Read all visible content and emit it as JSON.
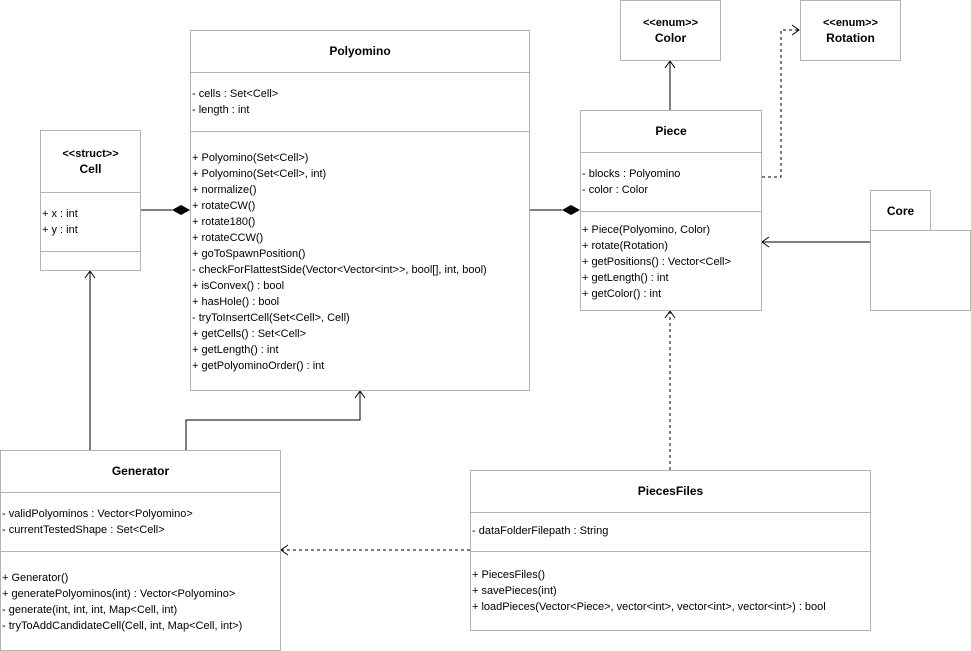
{
  "classes": {
    "polyomino": {
      "name": "Polyomino",
      "attributes": [
        "- cells : Set<Cell>",
        "- length : int"
      ],
      "methods": [
        "+ Polyomino(Set<Cell>)",
        "+ Polyomino(Set<Cell>, int)",
        "+ normalize()",
        "+ rotateCW()",
        "+ rotate180()",
        "+ rotateCCW()",
        "+ goToSpawnPosition()",
        "- checkForFlattestSide(Vector<Vector<int>>, bool[], int, bool)",
        "+ isConvex() : bool",
        "+ hasHole() : bool",
        "- tryToInsertCell(Set<Cell>, Cell)",
        "+ getCells() : Set<Cell>",
        "+ getLength() : int",
        "+ getPolyominoOrder() : int"
      ]
    },
    "cell": {
      "stereotype": "<<struct>>",
      "name": "Cell",
      "attributes": [
        "+ x : int",
        "+ y : int"
      ],
      "methods": []
    },
    "color": {
      "stereotype": "<<enum>>",
      "name": "Color"
    },
    "rotation": {
      "stereotype": "<<enum>>",
      "name": "Rotation"
    },
    "piece": {
      "name": "Piece",
      "attributes": [
        "- blocks : Polyomino",
        "- color : Color"
      ],
      "methods": [
        "+ Piece(Polyomino, Color)",
        "+ rotate(Rotation)",
        "+ getPositions() : Vector<Cell>",
        "+ getLength() : int",
        "+ getColor() : int"
      ]
    },
    "core": {
      "name": "Core"
    },
    "generator": {
      "name": "Generator",
      "attributes": [
        "- validPolyominos : Vector<Polyomino>",
        "- currentTestedShape : Set<Cell>"
      ],
      "methods": [
        "+ Generator()",
        "+ generatePolyominos(int) : Vector<Polyomino>",
        "- generate(int, int, int, Map<Cell, int)",
        "- tryToAddCandidateCell(Cell, int, Map<Cell, int>)"
      ]
    },
    "piecesfiles": {
      "name": "PiecesFiles",
      "attributes": [
        "- dataFolderFilepath : String"
      ],
      "methods": [
        "+ PiecesFiles()",
        "+ savePieces(int)",
        "+ loadPieces(Vector<Piece>, vector<int>, vector<int>, vector<int>) : bool"
      ]
    }
  },
  "relations": [
    {
      "from": "Polyomino",
      "to": "Cell",
      "type": "composition"
    },
    {
      "from": "Piece",
      "to": "Polyomino",
      "type": "composition"
    },
    {
      "from": "Piece",
      "to": "Color",
      "type": "association"
    },
    {
      "from": "Piece",
      "to": "Rotation",
      "type": "dependency"
    },
    {
      "from": "Core",
      "to": "Piece",
      "type": "association"
    },
    {
      "from": "Generator",
      "to": "Cell",
      "type": "association"
    },
    {
      "from": "Generator",
      "to": "Polyomino",
      "type": "association"
    },
    {
      "from": "PiecesFiles",
      "to": "Piece",
      "type": "dependency"
    },
    {
      "from": "PiecesFiles",
      "to": "Generator",
      "type": "dependency"
    }
  ],
  "colors": {
    "border": "#b3b3b3",
    "line": "#000000",
    "background": "#ffffff"
  }
}
